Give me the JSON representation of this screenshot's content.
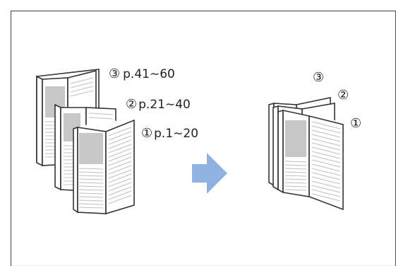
{
  "left_group": {
    "set3": {
      "marker": "③",
      "range": "p.41∼60"
    },
    "set2": {
      "marker": "②",
      "range": "p.21∼40"
    },
    "set1": {
      "marker": "①",
      "range": "p.1∼20"
    }
  },
  "arrow": {
    "color": "#8fb2e0"
  },
  "right_group": {
    "set3": {
      "marker": "③"
    },
    "set2": {
      "marker": "②"
    },
    "set1": {
      "marker": "①"
    }
  },
  "colors": {
    "frame": "#333333",
    "page": "#ffffff",
    "image_block": "#c7c7c7",
    "text_line": "#bfbfbf"
  }
}
